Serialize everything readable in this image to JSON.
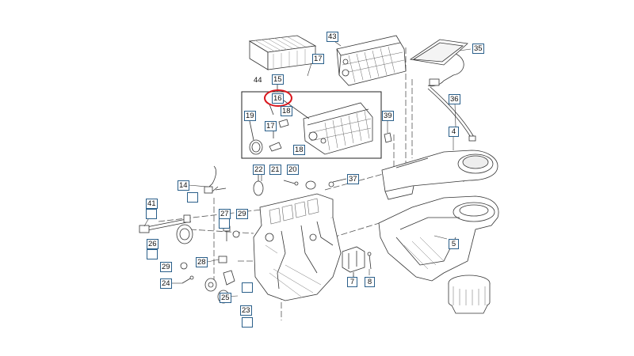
{
  "diagram": {
    "highlight_color": "#d9161c",
    "callout_border_color": "#2a5f8a",
    "filter_label": "44",
    "callouts": {
      "c43": "43",
      "c17a": "17",
      "c35": "35",
      "c15": "15",
      "c16": "16",
      "c18a": "18",
      "c17b": "17",
      "c19": "19",
      "c18b": "18",
      "c39": "39",
      "c36": "36",
      "c4": "4",
      "c22": "22",
      "c21": "21",
      "c20": "20",
      "c37": "37",
      "c14": "14",
      "c41": "41",
      "c27": "27",
      "c29a": "29",
      "c26": "26",
      "c5": "5",
      "c29b": "29",
      "c28": "28",
      "c7": "7",
      "c8": "8",
      "c24": "24",
      "c25": "25",
      "c23": "23"
    }
  }
}
